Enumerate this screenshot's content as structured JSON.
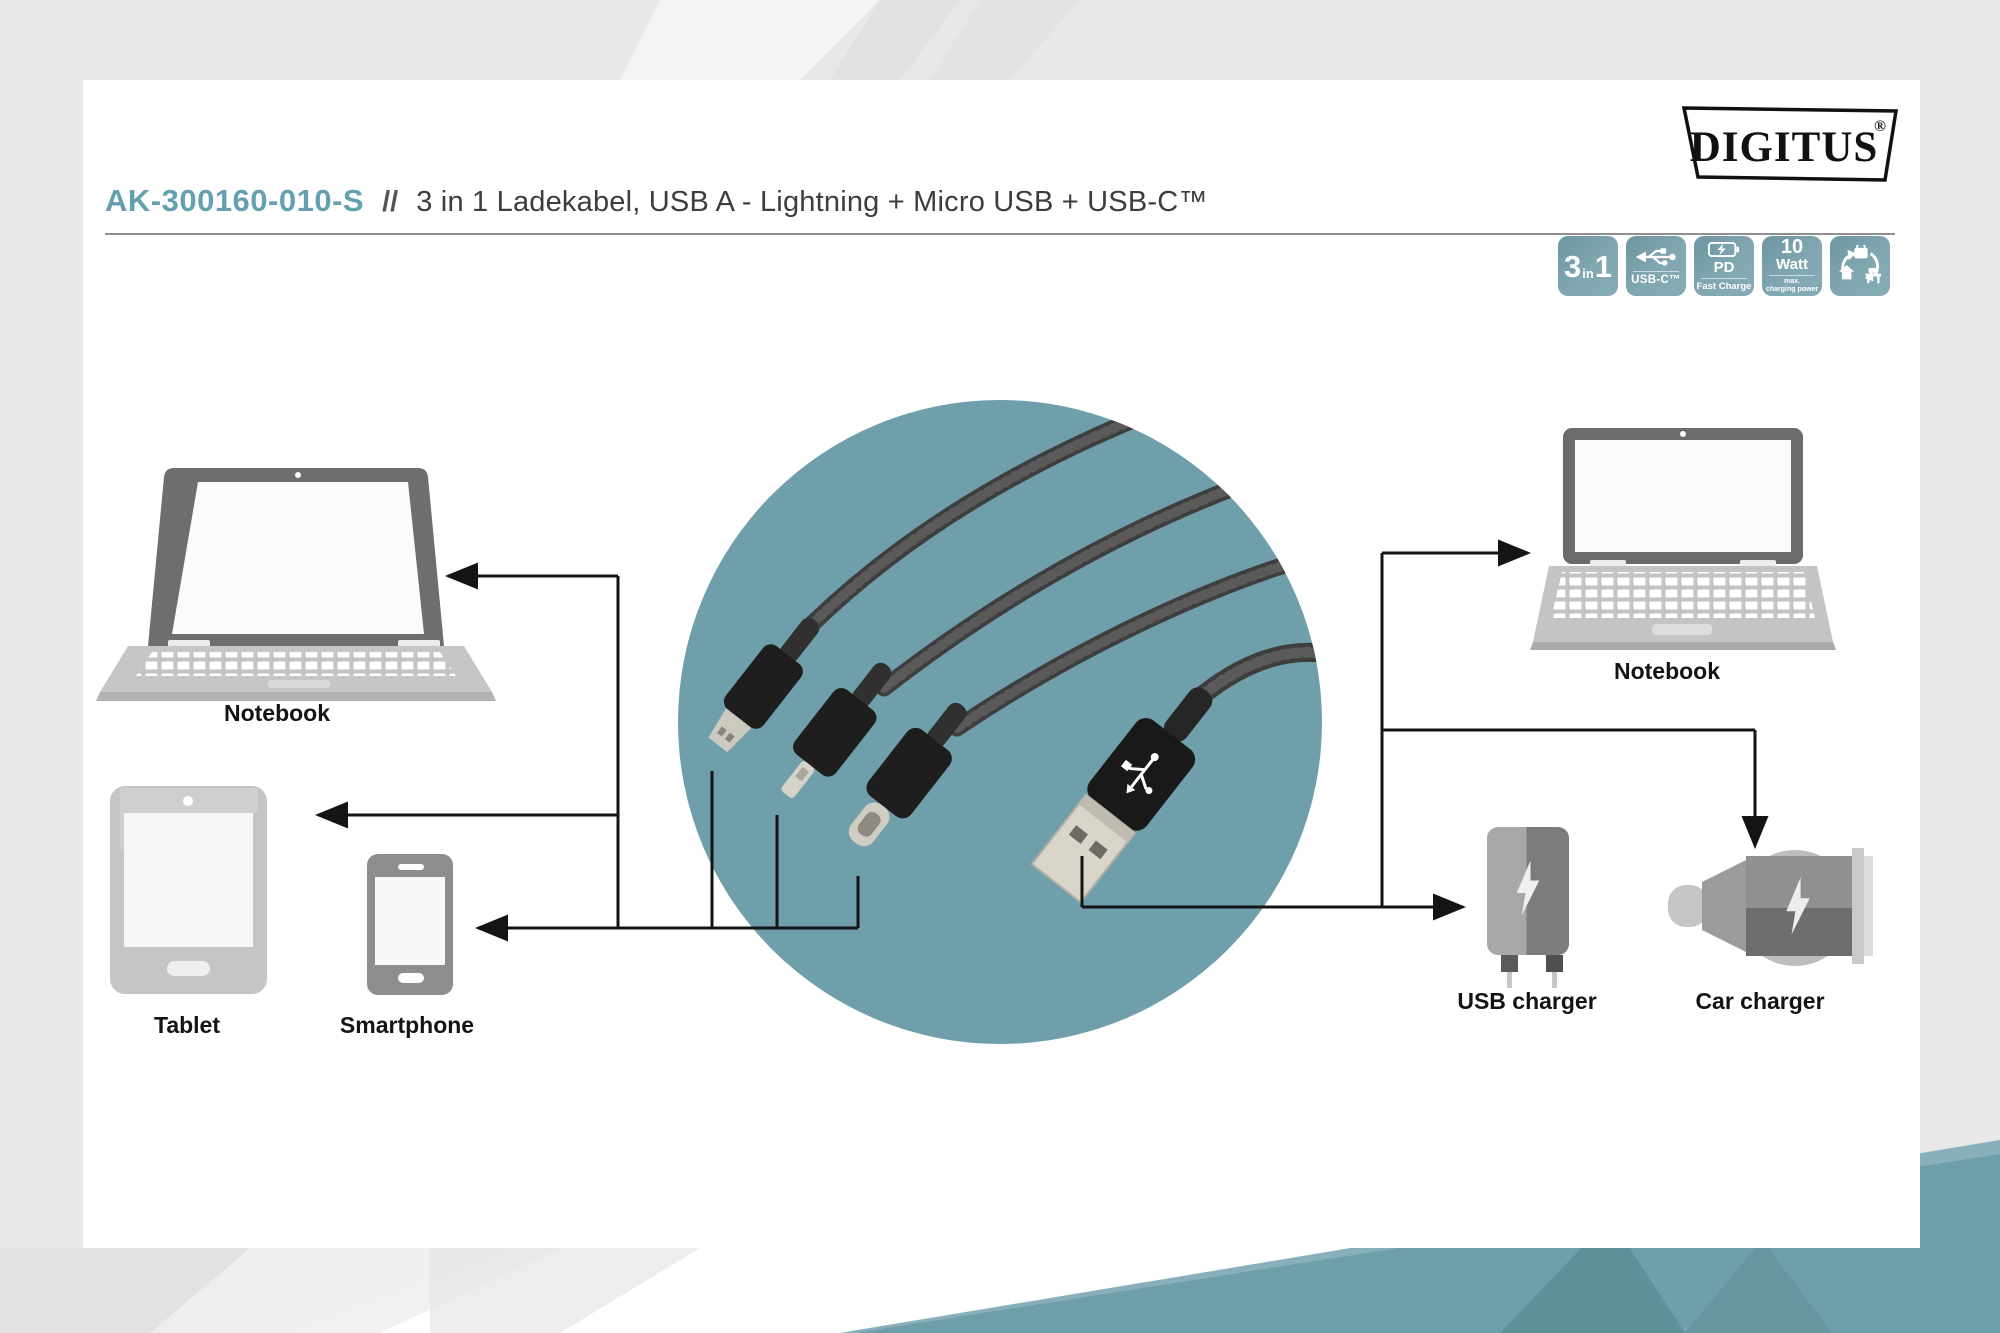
{
  "header": {
    "logo_text": "DIGITUS",
    "logo_reg": "®",
    "product_code": "AK-300160-010-S",
    "separator": "//",
    "title": "3 in 1 Ladekabel, USB A - Lightning + Micro USB + USB-C™"
  },
  "badges": {
    "three_in_one": {
      "big1": "3",
      "small": "in",
      "big2": "1"
    },
    "usb_c": {
      "label": "USB-C™"
    },
    "pd": {
      "label": "PD",
      "sub": "Fast Charge"
    },
    "watt": {
      "value": "10",
      "unit": "Watt",
      "sub1": "max.",
      "sub2": "charging power"
    }
  },
  "labels": {
    "notebook_left": "Notebook",
    "tablet": "Tablet",
    "smartphone": "Smartphone",
    "notebook_right": "Notebook",
    "usb_charger": "USB charger",
    "car_charger": "Car charger"
  },
  "colors": {
    "accent_teal": "#6f9faa",
    "badge_teal": "#7aa2ac",
    "code_teal": "#64a0ae",
    "line_black": "#141414"
  }
}
